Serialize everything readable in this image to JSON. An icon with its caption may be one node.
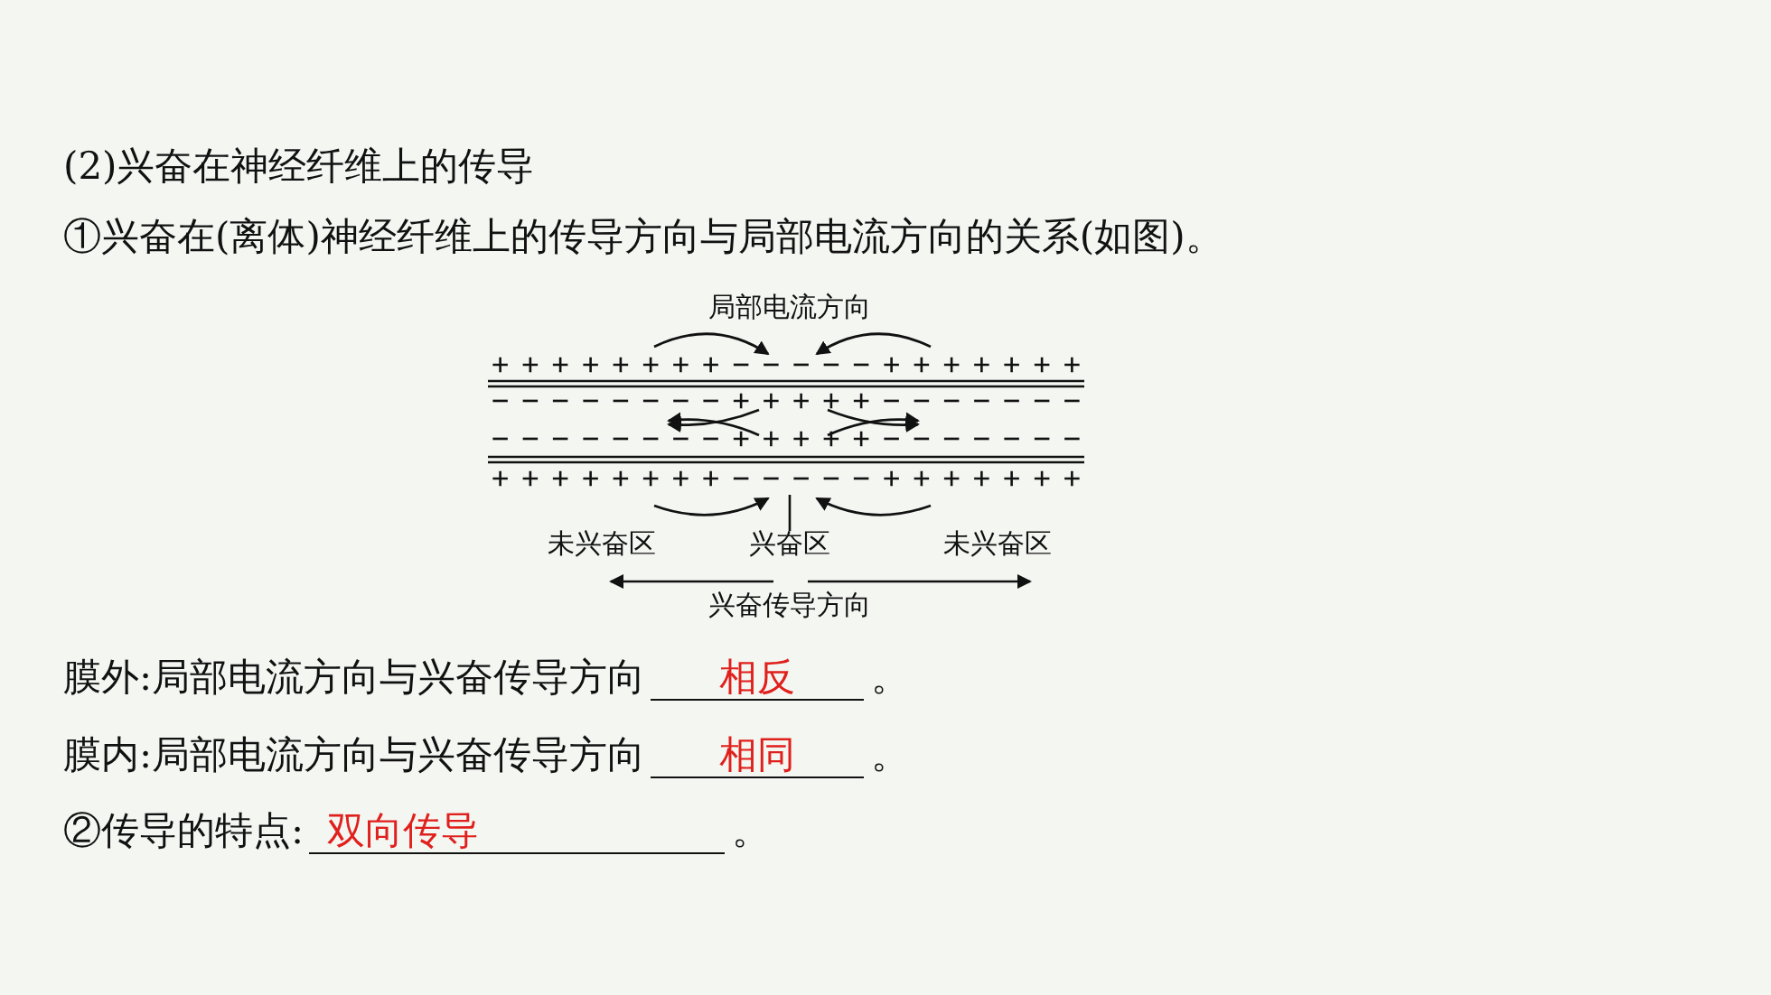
{
  "diagram": {
    "title": "(2)兴奋在神经纤维上的传导",
    "nodes": [
      {
        "text": [
          "兴奋区"
        ]
      },
      {
        "text": [
          "++++++++−−−−−+++++++",
          "−−−−−−−−+++++−−−−−−−",
          "−−−−−−−−+++++−−−−−−−",
          "++++++++−−−−−+++++++"
        ]
      }
    ],
    "edges": [
      {
        "from": 0,
        "to": 1,
        "arrow": "none"
      }
    ],
    "labels": [
      "①兴奋在(离体)神经纤维上的传导方向与局部电流方向的关系(如图)。",
      "局部电流方向",
      "未兴奋区",
      "未兴奋区",
      "兴奋传导方向",
      "膜外:局部电流方向与兴奋传导方向",
      "相反",
      "。",
      "膜内:局部电流方向与兴奋传导方向",
      "相同",
      "。",
      "②传导的特点:",
      "双向传导",
      "。"
    ]
  }
}
